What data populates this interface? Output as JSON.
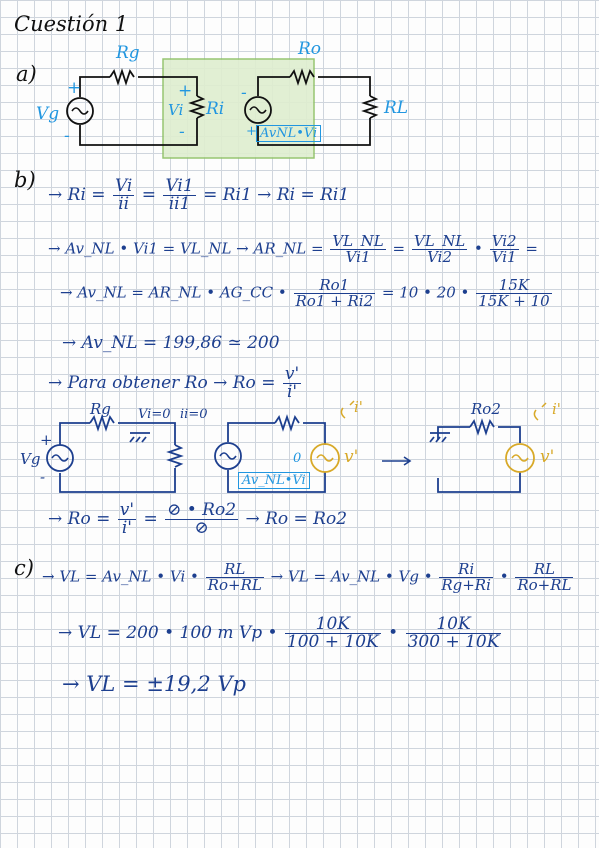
{
  "title": "Cuestión 1",
  "colors": {
    "ink": "#1d3f8f",
    "blue": "#2196e0",
    "black": "#111111",
    "yellow": "#d8a928",
    "green_box": "#dfeecf",
    "green_border": "#8cc063",
    "grid": "#cfd5dd"
  },
  "part_a": {
    "label": "a)",
    "circuit": {
      "Rg": "Rg",
      "Ro": "Ro",
      "Vg": "Vg",
      "Vi": "Vi",
      "Ri": "Ri",
      "RL": "RL",
      "source": "AvNL•Vi",
      "plus": "+",
      "minus": "-"
    }
  },
  "part_b": {
    "label": "b)",
    "eq1": {
      "a": "→ Ri =",
      "n1": "Vi",
      "d1": "ii",
      "eq": "=",
      "n2": "Vi1",
      "d2": "ii1",
      "b": "= Ri1 → Ri = Ri1"
    },
    "eq2": {
      "a": "→ Av_NL • Vi1 = VL_NL → AR_NL =",
      "n1": "VL_NL",
      "d1": "Vi1",
      "eq": "=",
      "n2": "VL_NL",
      "d2": "Vi2",
      "dot": "•",
      "n3": "Vi2",
      "d3": "Vi1",
      "end": "="
    },
    "eq3": {
      "a": "→ Av_NL = AR_NL • AG_CC •",
      "n1": "Ro1",
      "d1": "Ro1 + Ri2",
      "b": "= 10 • 20 •",
      "n2": "15K",
      "d2": "15K + 10"
    },
    "eq4": "→ Av_NL = 199,86 ≃ 200",
    "eq5": {
      "a": "→ Para obtener Ro → Ro =",
      "n": "v'",
      "d": "i'"
    },
    "circuit": {
      "Rg": "Rg",
      "Vg": "Vg",
      "vi_zero": "Vi=0",
      "ii_zero": "ii=0",
      "source": "Av_NL•Vi",
      "Ro2": "Ro2",
      "vprime": "v'",
      "iprime": "i'",
      "zero": "0"
    },
    "eq6": {
      "a": "→ Ro =",
      "n1": "v'",
      "d1": "i'",
      "eq": "=",
      "n2": "⊘ • Ro2",
      "d2": "⊘",
      "b": "→ Ro = Ro2"
    }
  },
  "part_c": {
    "label": "c)",
    "eq1": {
      "a": "→ VL = Av_NL • Vi •",
      "n1": "RL",
      "d1": "Ro+RL",
      "b": "→ VL = Av_NL • Vg •",
      "n2": "Ri",
      "d2": "Rg+Ri",
      "dot": "•",
      "n3": "RL",
      "d3": "Ro+RL"
    },
    "eq2": {
      "a": "→ VL = 200 • 100 m Vp •",
      "n1": "10K",
      "d1": "100 + 10K",
      "dot": "•",
      "n2": "10K",
      "d2": "300 + 10K"
    },
    "eq3": "→ VL = ±19,2 Vp"
  }
}
